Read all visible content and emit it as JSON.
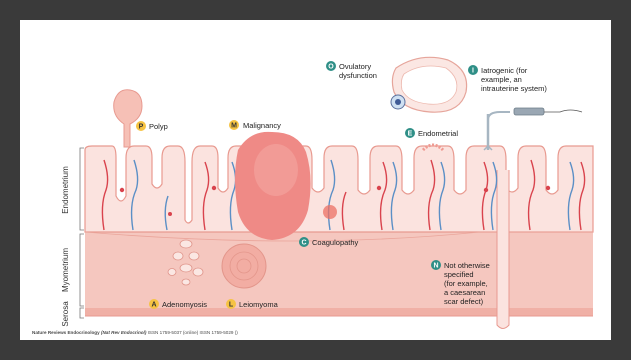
{
  "layers": {
    "endometrium": "Endometrium",
    "myometrium": "Myometrium",
    "serosa": "Serosa"
  },
  "labels": {
    "polyp": {
      "letter": "P",
      "text": "Polyp"
    },
    "adenomyosis": {
      "letter": "A",
      "text": "Adenomyosis"
    },
    "leiomyoma": {
      "letter": "L",
      "text": "Leiomyoma"
    },
    "malignancy": {
      "letter": "M",
      "text": "Malignancy"
    },
    "coagulopathy": {
      "letter": "C",
      "text": "Coagulopathy"
    },
    "ovulatory": {
      "letter": "O",
      "lines": [
        "Ovulatory",
        "dysfunction"
      ]
    },
    "endometrial": {
      "letter": "E",
      "text": "Endometrial"
    },
    "iatrogenic": {
      "letter": "I",
      "lines": [
        "Iatrogenic (for",
        "example, an",
        "intrauterine system)"
      ]
    },
    "not_otherwise": {
      "letter": "N",
      "lines": [
        "Not otherwise",
        "specified",
        "(for example,",
        "a caesarean",
        "scar defect)"
      ]
    }
  },
  "credit": {
    "journal": "Nature Reviews Endocrinology",
    "abbr": "(Nat Rev Endocrinol)",
    "issn": "ISSN 1759-5037 (online) ISSN 1759-5029 ()"
  },
  "colors": {
    "frame": "#3a3a3a",
    "tissue_light": "#f9dcd8",
    "tissue_myometrium": "#f4c0b8",
    "tissue_outline": "#e79a90",
    "malignancy": "#ef8a86",
    "badge_yellow": "#f6c343",
    "badge_teal": "#2f8f87",
    "vessel_red": "#d9434d",
    "vessel_blue": "#5b8fc6"
  }
}
